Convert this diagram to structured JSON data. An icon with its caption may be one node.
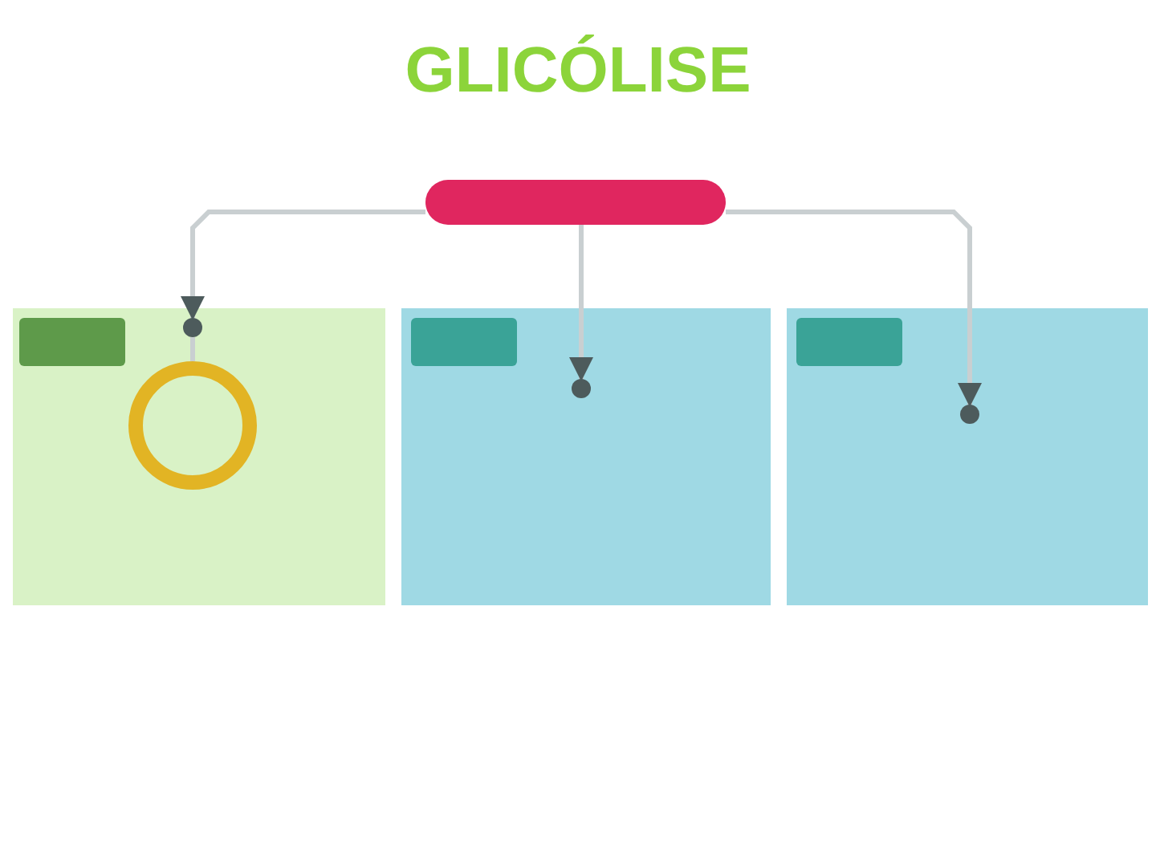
{
  "diagram": {
    "title": "GLICÓLISE",
    "nodes": [
      {
        "text": [],
        "shape": "box"
      },
      {
        "text": [],
        "shape": "box"
      },
      {
        "text": [],
        "shape": "box"
      },
      {
        "text": [],
        "shape": "box"
      },
      {
        "text": [],
        "shape": "box",
        "in": 1
      },
      {
        "text": [],
        "shape": "box",
        "in": 2
      },
      {
        "text": [],
        "shape": "box",
        "in": 3
      },
      {
        "text": [],
        "shape": "circle",
        "in": 1
      },
      {
        "text": [],
        "shape": "circle",
        "in": 2
      },
      {
        "text": [],
        "shape": "circle",
        "in": 3
      },
      {
        "text": [],
        "shape": "circle",
        "in": 1
      }
    ],
    "edges": [
      {
        "from": 0,
        "to": 7,
        "arrow": "to"
      },
      {
        "from": 0,
        "to": 8,
        "arrow": "to"
      },
      {
        "from": 0,
        "to": 9,
        "arrow": "to"
      },
      {
        "from": 7,
        "to": 10,
        "arrow": "none"
      }
    ]
  }
}
